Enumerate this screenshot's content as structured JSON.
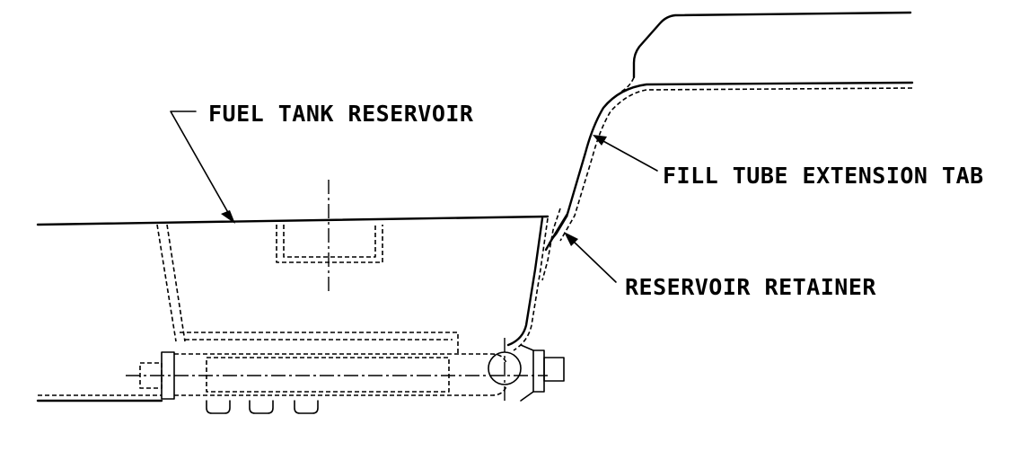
{
  "labels": {
    "fuel_tank_reservoir": "FUEL TANK RESERVOIR",
    "fill_tube_extension_tab": "FILL TUBE EXTENSION TAB",
    "reservoir_retainer": "RESERVOIR RETAINER"
  },
  "colors": {
    "ink": "#000000",
    "background": "#ffffff"
  }
}
